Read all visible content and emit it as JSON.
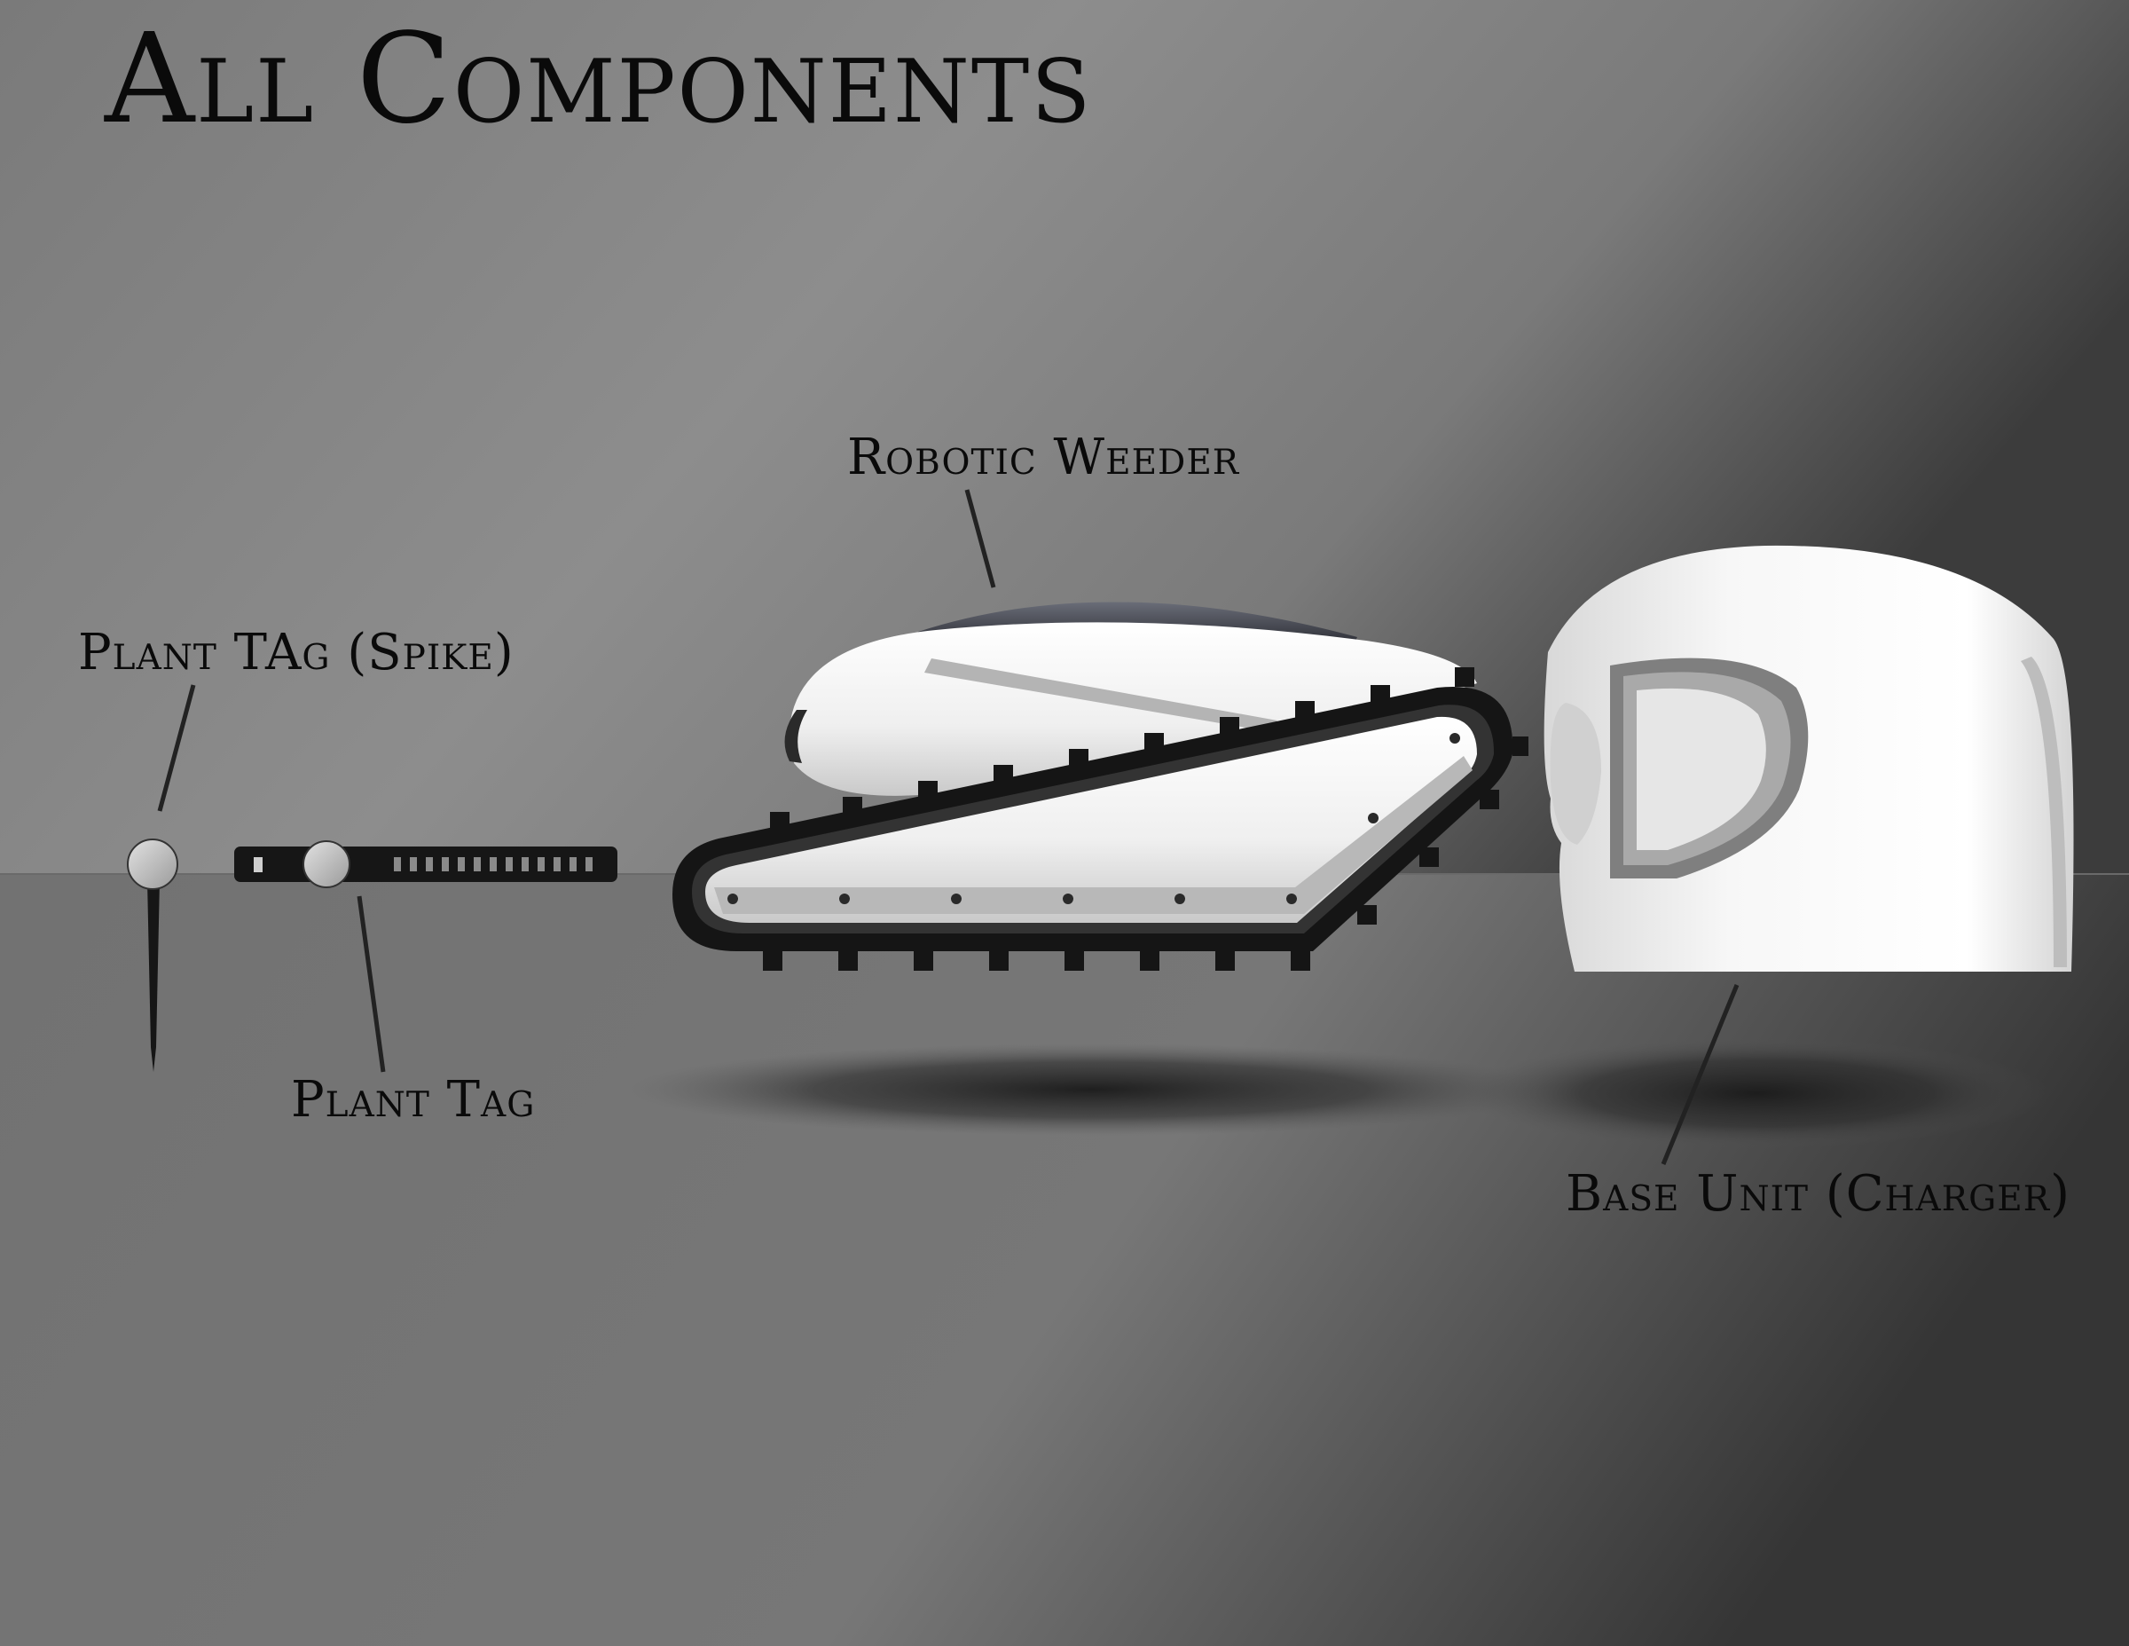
{
  "title": "All Components",
  "colors": {
    "background_light": "#8c8c8c",
    "background_dark": "#3a3a3a",
    "body_white": "#f4f4f4",
    "track_black": "#151515",
    "panel_gray": "#b8b8b8"
  },
  "components": [
    {
      "id": "robotic-weeder",
      "label": "Robotic Weeder"
    },
    {
      "id": "plant-tag-spike",
      "label": "Plant TAg (Spike)"
    },
    {
      "id": "plant-tag",
      "label": "Plant Tag"
    },
    {
      "id": "base-unit",
      "label": "Base Unit (Charger)"
    }
  ]
}
